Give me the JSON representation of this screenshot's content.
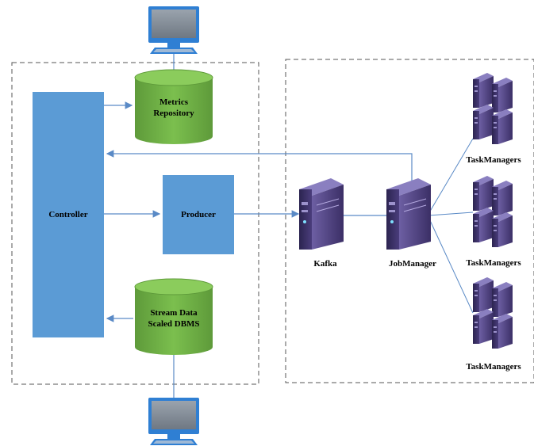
{
  "diagram": {
    "controller": {
      "label": "Controller"
    },
    "producer": {
      "label": "Producer"
    },
    "metrics_repository": {
      "label_line1": "Metrics",
      "label_line2": "Repository"
    },
    "stream_dbms": {
      "label_line1": "Stream Data",
      "label_line2": "Scaled DBMS"
    },
    "kafka": {
      "label": "Kafka"
    },
    "jobmanager": {
      "label": "JobManager"
    },
    "taskmanagers": [
      {
        "label": "TaskManagers"
      },
      {
        "label": "TaskManagers"
      },
      {
        "label": "TaskManagers"
      }
    ],
    "colors": {
      "box_blue": "#5b9bd5",
      "cylinder_green": "#70ad47",
      "server_purple": "#4b3f7a",
      "arrow": "#5a8ac6",
      "dashed_border": "#555555"
    },
    "icons": [
      "computer-monitor-icon",
      "server-tower-icon",
      "server-cluster-icon",
      "database-cylinder-icon"
    ]
  }
}
